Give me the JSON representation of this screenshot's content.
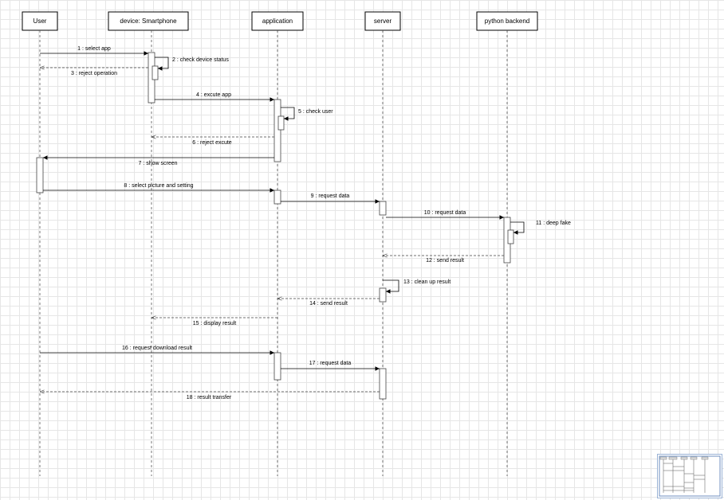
{
  "participants": [
    {
      "id": "user",
      "label": "User"
    },
    {
      "id": "device",
      "label": "device: Smartphone"
    },
    {
      "id": "application",
      "label": "application"
    },
    {
      "id": "server",
      "label": "server"
    },
    {
      "id": "backend",
      "label": "python backend"
    }
  ],
  "messages": [
    {
      "label": "1 : select app",
      "from": "user",
      "to": "device",
      "kind": "sync"
    },
    {
      "label": "2 : check device status",
      "from": "device",
      "to": "device",
      "kind": "self"
    },
    {
      "label": "3 : reject operation",
      "from": "device",
      "to": "user",
      "kind": "return"
    },
    {
      "label": "4 : excute app",
      "from": "device",
      "to": "application",
      "kind": "sync"
    },
    {
      "label": "5 : check user",
      "from": "application",
      "to": "application",
      "kind": "self"
    },
    {
      "label": "6 : reject excute",
      "from": "application",
      "to": "device",
      "kind": "return"
    },
    {
      "label": "7 : show screen",
      "from": "application",
      "to": "user",
      "kind": "sync"
    },
    {
      "label": "8 : select picture and setting",
      "from": "user",
      "to": "application",
      "kind": "sync"
    },
    {
      "label": "9 : request data",
      "from": "application",
      "to": "server",
      "kind": "sync"
    },
    {
      "label": "10 : request data",
      "from": "server",
      "to": "backend",
      "kind": "sync"
    },
    {
      "label": "11 : deep fake",
      "from": "backend",
      "to": "backend",
      "kind": "self"
    },
    {
      "label": "12 : send result",
      "from": "backend",
      "to": "server",
      "kind": "return"
    },
    {
      "label": "13 : clean up result",
      "from": "server",
      "to": "server",
      "kind": "self"
    },
    {
      "label": "14 : send result",
      "from": "server",
      "to": "application",
      "kind": "return"
    },
    {
      "label": "15 : display result",
      "from": "application",
      "to": "device",
      "kind": "return"
    },
    {
      "label": "16 : request download result",
      "from": "user",
      "to": "application",
      "kind": "sync"
    },
    {
      "label": "17 : request data",
      "from": "application",
      "to": "server",
      "kind": "sync"
    },
    {
      "label": "18 : result transfer",
      "from": "server",
      "to": "user",
      "kind": "return"
    }
  ]
}
